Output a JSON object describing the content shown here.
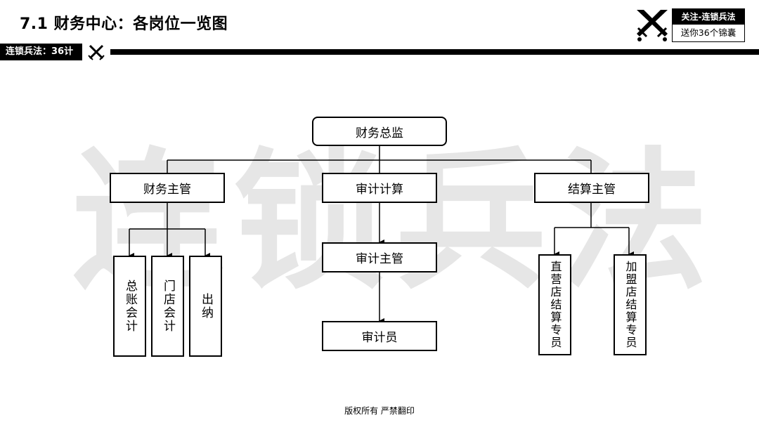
{
  "header": {
    "title": "7.1 财务中心：各岗位一览图",
    "tag": "连锁兵法：36计",
    "badge_top": "关注-连锁兵法",
    "badge_bottom": "送你36个锦囊",
    "logo_icon": "crossed-swords-icon"
  },
  "watermark": [
    "连",
    "锁",
    "兵",
    "法"
  ],
  "org": {
    "root": "财务总监",
    "finance_supervisor": "财务主管",
    "audit_calc": "审计计算",
    "settlement_supervisor": "结算主管",
    "ledger_accountant": "总账会计",
    "store_accountant": "门店会计",
    "cashier": "出纳",
    "audit_supervisor": "审计主管",
    "auditor": "审计员",
    "direct_store_settlement": "直营店结算专员",
    "franchise_store_settlement": "加盟店结算专员"
  },
  "footer": "版权所有 严禁翻印"
}
